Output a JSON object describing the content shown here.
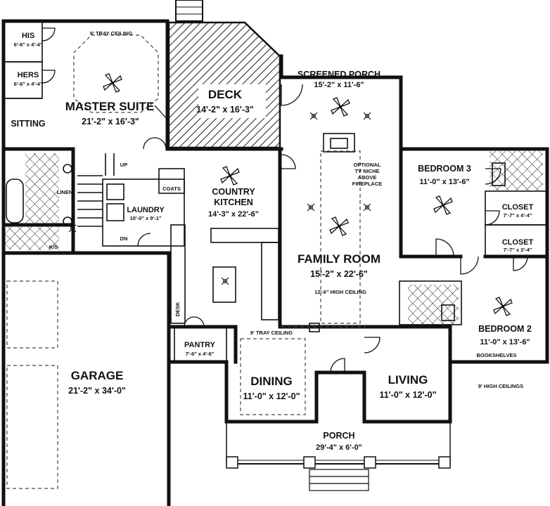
{
  "plan": {
    "rooms": {
      "his": {
        "name": "HIS",
        "size": "6'-6\" x 4'-4\""
      },
      "hers": {
        "name": "HERS",
        "size": "6'-6\" x 4'-4\""
      },
      "master_suite": {
        "name": "MASTER SUITE",
        "size": "21'-2\" x 16'-3\"",
        "note": "9' TRAY CEILING"
      },
      "sitting": {
        "name": "SITTING"
      },
      "deck": {
        "name": "DECK",
        "size": "14'-2\" x 16'-3\""
      },
      "screened_porch": {
        "name": "SCREENED PORCH",
        "size": "15'-2\" x 11'-6\""
      },
      "bedroom3": {
        "name": "BEDROOM 3",
        "size": "11'-0\" x 13'-6\""
      },
      "closet_a": {
        "name": "CLOSET",
        "size": "7'-7\" x 4'-4\""
      },
      "closet_b": {
        "name": "CLOSET",
        "size": "7'-7\" x 3'-4\""
      },
      "country_kitchen": {
        "name": "COUNTRY KITCHEN",
        "line1": "COUNTRY",
        "line2": "KITCHEN",
        "size": "14'-3\" x 22'-6\""
      },
      "laundry": {
        "name": "LAUNDRY",
        "size": "10'-0\" x 9'-1\""
      },
      "coats": {
        "name": "COATS"
      },
      "linen": {
        "name": "LINEN"
      },
      "ks": {
        "name": "K/S"
      },
      "family_room": {
        "name": "FAMILY ROOM",
        "size": "15'-2\" x 22'-6\"",
        "note": "12'-6\" HIGH CEILING"
      },
      "bedroom2": {
        "name": "BEDROOM 2",
        "size": "11'-0\" x 13'-6\"",
        "note": "BOOKSHELVES"
      },
      "pantry": {
        "name": "PANTRY",
        "size": "7'-6\" x 4'-6\""
      },
      "desk": {
        "name": "DESK"
      },
      "dining": {
        "name": "DINING",
        "size": "11'-0\" x 12'-0\"",
        "note": "9' TRAY CEILING"
      },
      "living": {
        "name": "LIVING",
        "size": "11'-0\" x 12'-0\""
      },
      "garage": {
        "name": "GARAGE",
        "size": "21'-2\" x 34'-0\""
      },
      "porch": {
        "name": "PORCH",
        "size": "29'-4\" x 6'-0\""
      }
    },
    "notes": {
      "fireplace": {
        "line1": "OPTIONAL",
        "line2": "TV NICHE",
        "line3": "ABOVE",
        "line4": "FIREPLACE"
      },
      "ceilings": "9' HIGH CEILINGS",
      "up": "UP",
      "dn": "DN"
    }
  }
}
